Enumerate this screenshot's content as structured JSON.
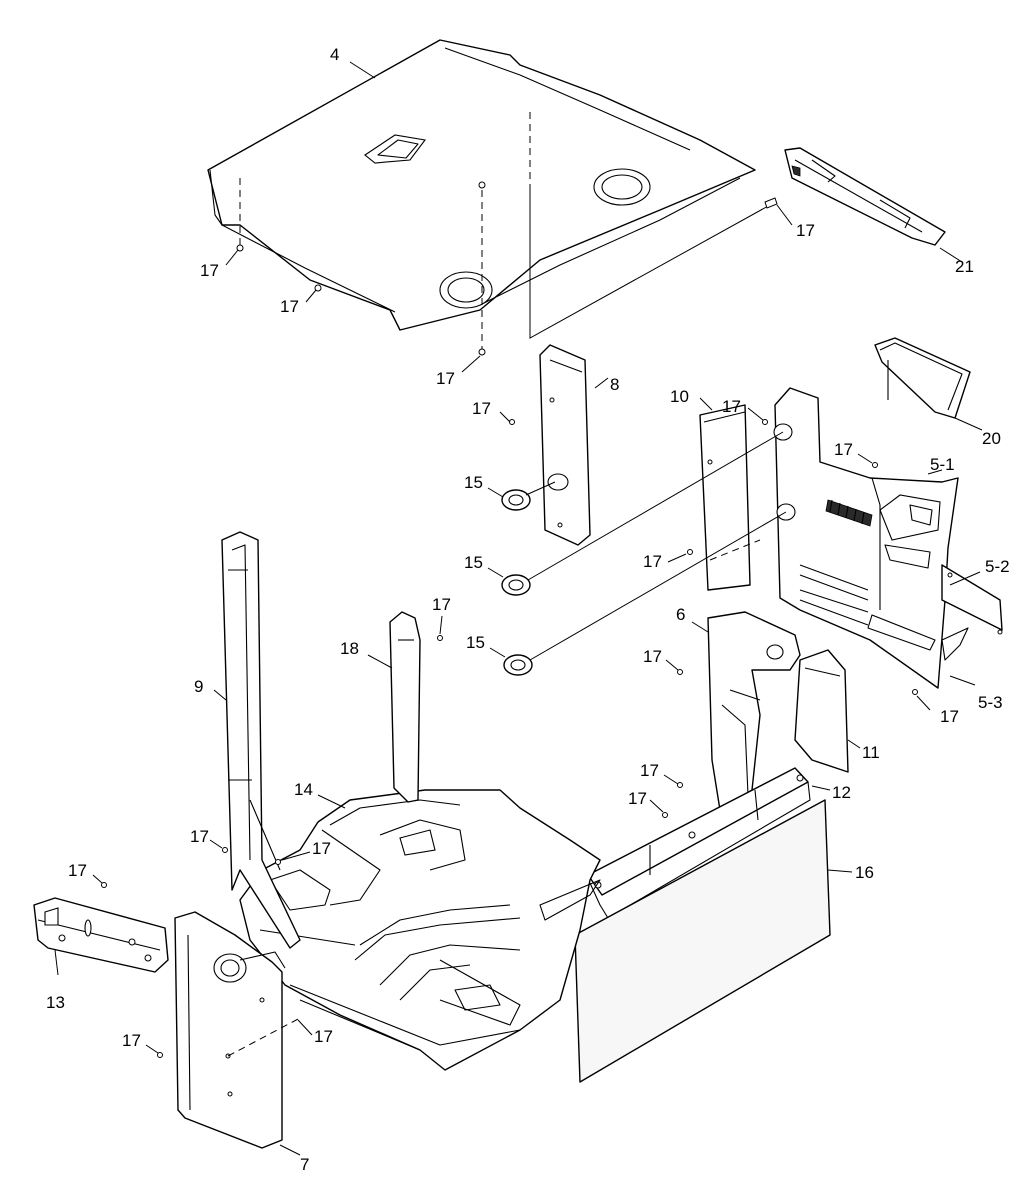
{
  "callouts": {
    "c4": "4",
    "c21": "21",
    "c20": "20",
    "c8": "8",
    "c10": "10",
    "c5_1": "5-1",
    "c5_2": "5-2",
    "c5_3": "5-3",
    "c6": "6",
    "c11": "11",
    "c12": "12",
    "c16": "16",
    "c9": "9",
    "c18": "18",
    "c14": "14",
    "c13": "13",
    "c7": "7",
    "c15a": "15",
    "c15b": "15",
    "c15c": "15",
    "c17_list": [
      "17",
      "17",
      "17",
      "17",
      "17",
      "17",
      "17",
      "17",
      "17",
      "17",
      "17",
      "17",
      "17",
      "17",
      "17",
      "17",
      "17"
    ]
  },
  "colors": {
    "line": "#000000",
    "background": "#ffffff"
  }
}
